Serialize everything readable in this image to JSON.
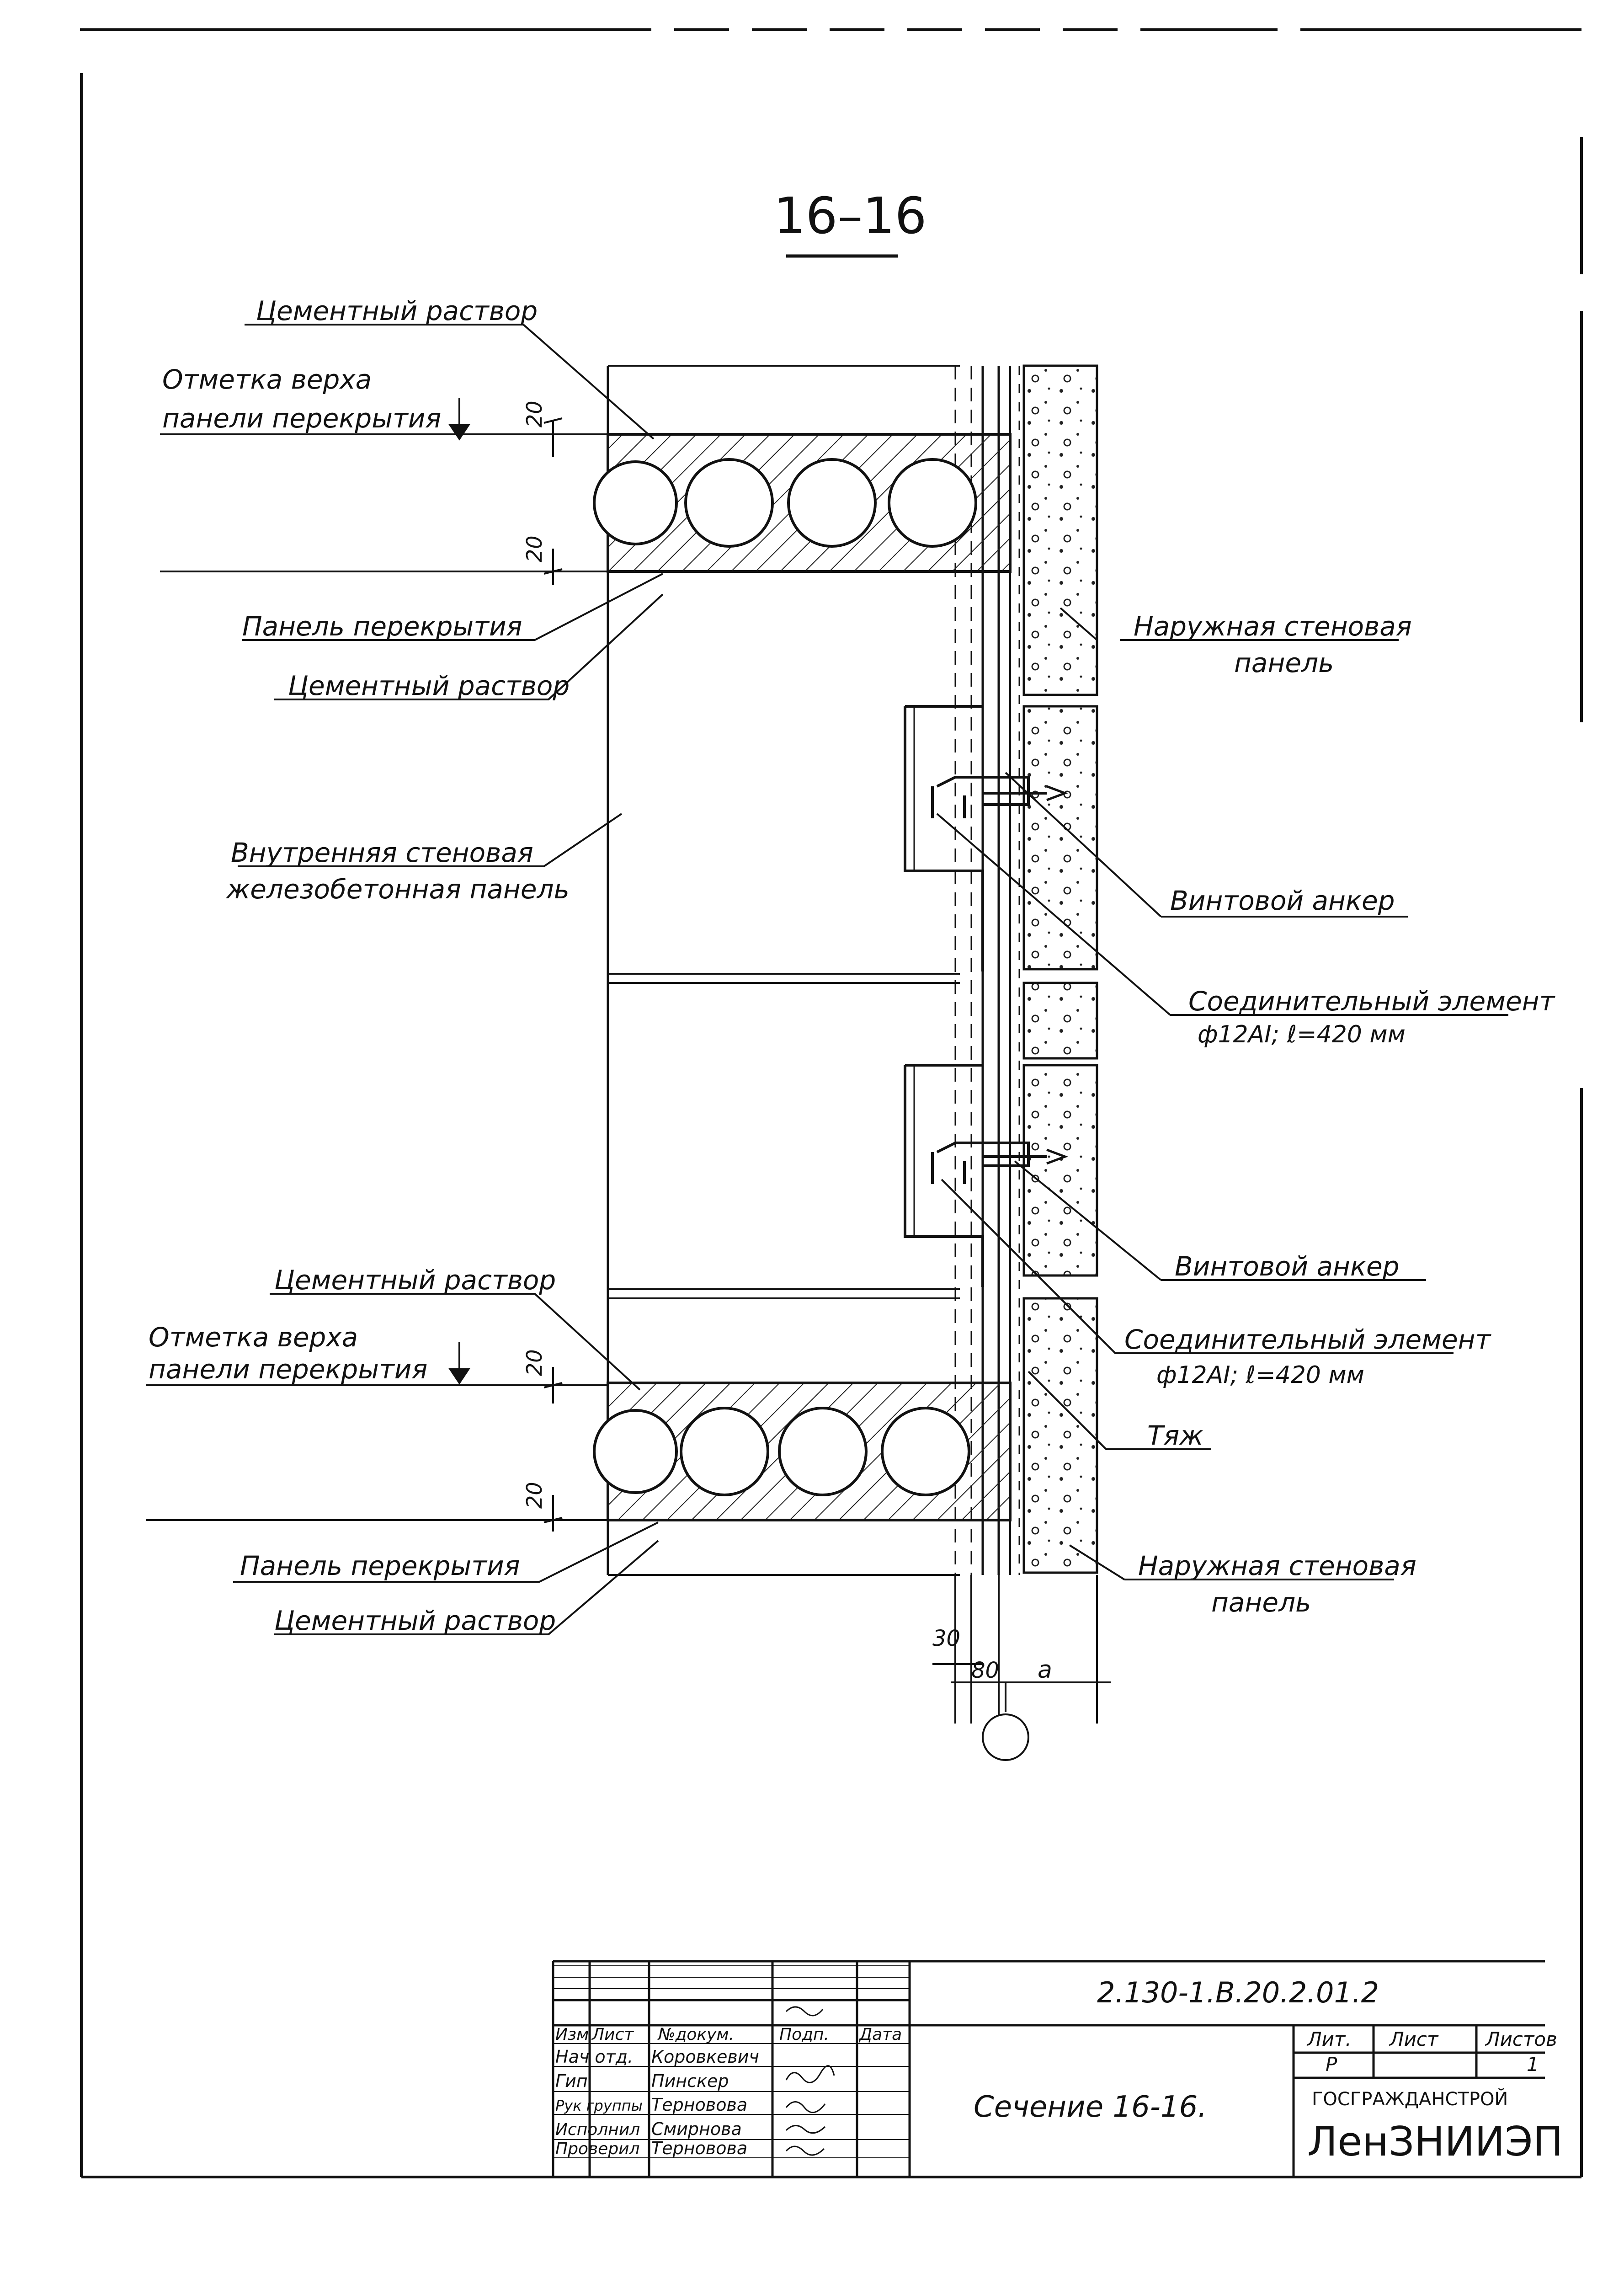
{
  "section_title": "16–16",
  "labels": {
    "mortar_top_1": "Цементный раствор",
    "mark_top_1a": "Отметка верха",
    "mark_top_1b": "панели перекрытия",
    "dim_20_a": "20",
    "dim_20_b": "20",
    "floor_panel_1": "Панель перекрытия",
    "mortar_bot_1": "Цементный раствор",
    "outer_panel_1a": "Наружная стеновая",
    "outer_panel_1b": "панель",
    "inner_panel_a": "Внутренняя стеновая",
    "inner_panel_b": "железобетонная панель",
    "screw_anchor_1": "Винтовой анкер",
    "connector_1a": "Соединительный элемент",
    "connector_1b": "ф12АI; ℓ=420 мм",
    "mortar_top_2": "Цементный раствор",
    "mark_top_2a": "Отметка верха",
    "mark_top_2b": "панели перекрытия",
    "dim_20_c": "20",
    "dim_20_d": "20",
    "screw_anchor_2": "Винтовой анкер",
    "connector_2a": "Соединительный элемент",
    "connector_2b": "ф12АI; ℓ=420 мм",
    "tie": "Тяж",
    "floor_panel_2": "Панель перекрытия",
    "outer_panel_2a": "Наружная стеновая",
    "outer_panel_2b": "панель",
    "mortar_bot_2": "Цементный раствор",
    "dim_30": "30",
    "dim_80": "80",
    "dim_a": "a"
  },
  "stamp": {
    "doc_code": "2.130-1.В.20.2.01.2",
    "h_izm": "Изм",
    "h_list": "Лист",
    "h_ndok": "№докум.",
    "h_podp": "Подп.",
    "h_data": "Дата",
    "r1_role": "Нач отд.",
    "r1_name": "Коровкевич",
    "r2_role": "Гип",
    "r2_name": "Пинскер",
    "r3_role": "Рук группы",
    "r3_name": "Терновова",
    "r4_role": "Исполнил",
    "r4_name": "Смирнова",
    "r5_role": "Проверил",
    "r5_name": "Терновова",
    "sheet_title": "Сечение 16-16.",
    "h_lit": "Лит.",
    "h_sheet": "Лист",
    "h_sheets": "Листов",
    "v_lit": "Р",
    "v_sheets": "1",
    "org1": "ГОСГРАЖДАНСТРОЙ",
    "org2": "ЛенЗНИИЭП"
  }
}
